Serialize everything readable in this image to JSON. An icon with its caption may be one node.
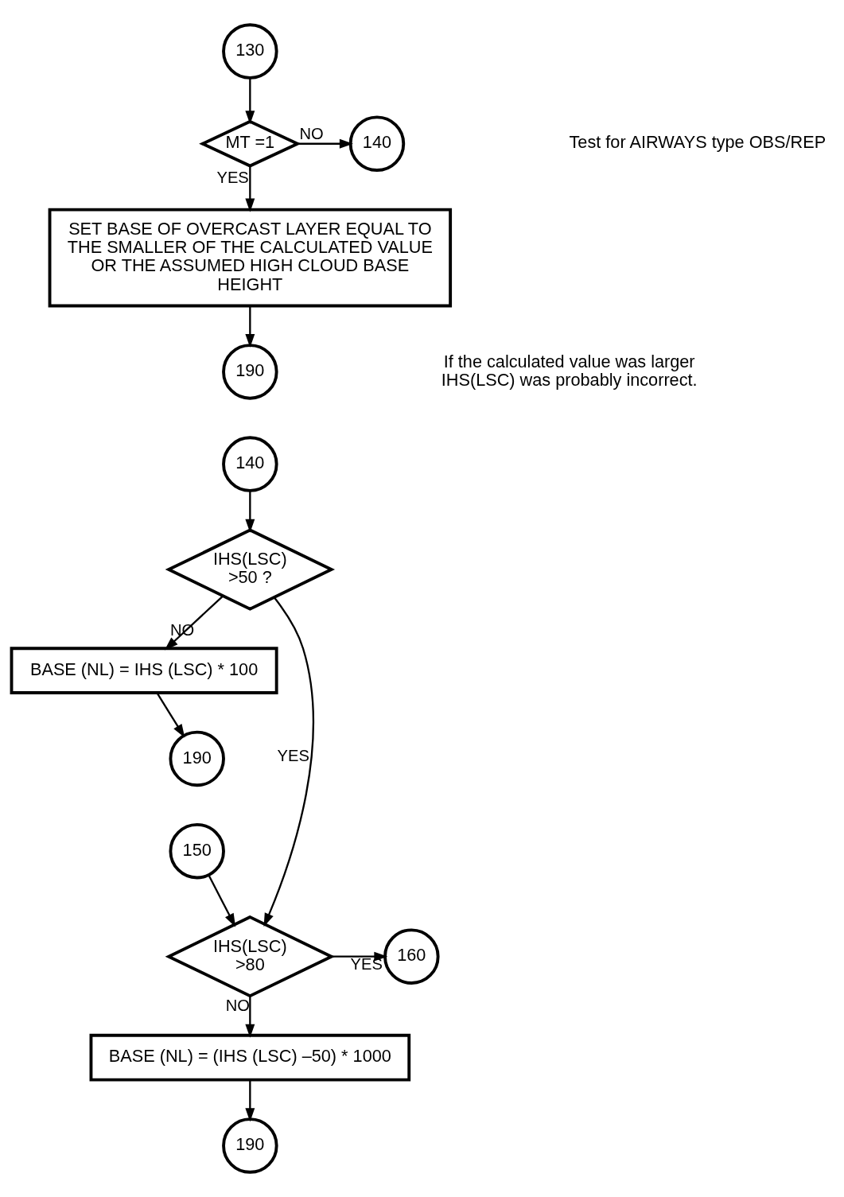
{
  "diagram": {
    "nodes": [
      {
        "text": [
          "130"
        ]
      },
      {
        "text": [
          "MT =1"
        ]
      },
      {
        "text": [
          "140"
        ]
      },
      {
        "text": [
          "SET BASE OF OVERCAST LAYER EQUAL TO THE SMALLER OF THE CALCULATED VALUE OR THE ASSUMED HIGH CLOUD BASE HEIGHT"
        ]
      },
      {
        "text": [
          "190"
        ]
      },
      {
        "text": [
          "140"
        ]
      },
      {
        "text": [
          "IHS(LSC) >50 ?"
        ]
      },
      {
        "text": [
          "BASE (NL) = IHS (LSC) * 100"
        ]
      },
      {
        "text": [
          "190"
        ]
      },
      {
        "text": [
          "150"
        ]
      },
      {
        "text": [
          "IHS(LSC) >80"
        ]
      },
      {
        "text": [
          "160"
        ]
      },
      {
        "text": [
          "BASE (NL) = (IHS (LSC) –50) * 1000"
        ]
      },
      {
        "text": [
          "190"
        ]
      }
    ],
    "edges": [
      {
        "from": 0,
        "to": 1,
        "arrow": "to"
      },
      {
        "from": 1,
        "to": 2,
        "arrow": "to",
        "label": "NO"
      },
      {
        "from": 1,
        "to": 3,
        "arrow": "to",
        "label": "YES"
      },
      {
        "from": 3,
        "to": 4,
        "arrow": "to"
      },
      {
        "from": 5,
        "to": 6,
        "arrow": "to"
      },
      {
        "from": 6,
        "to": 7,
        "arrow": "to",
        "label": "NO"
      },
      {
        "from": 7,
        "to": 8,
        "arrow": "to"
      },
      {
        "from": 6,
        "to": 10,
        "arrow": "to",
        "label": "YES"
      },
      {
        "from": 9,
        "to": 10,
        "arrow": "to"
      },
      {
        "from": 10,
        "to": 11,
        "arrow": "to",
        "label": "YES"
      },
      {
        "from": 10,
        "to": 12,
        "arrow": "to",
        "label": "NO"
      },
      {
        "from": 12,
        "to": 13,
        "arrow": "to"
      }
    ],
    "labels": [
      "Test for AIRWAYS type OBS/REP",
      "If the calculated value was larger IHS(LSC) was probably incorrect."
    ]
  }
}
